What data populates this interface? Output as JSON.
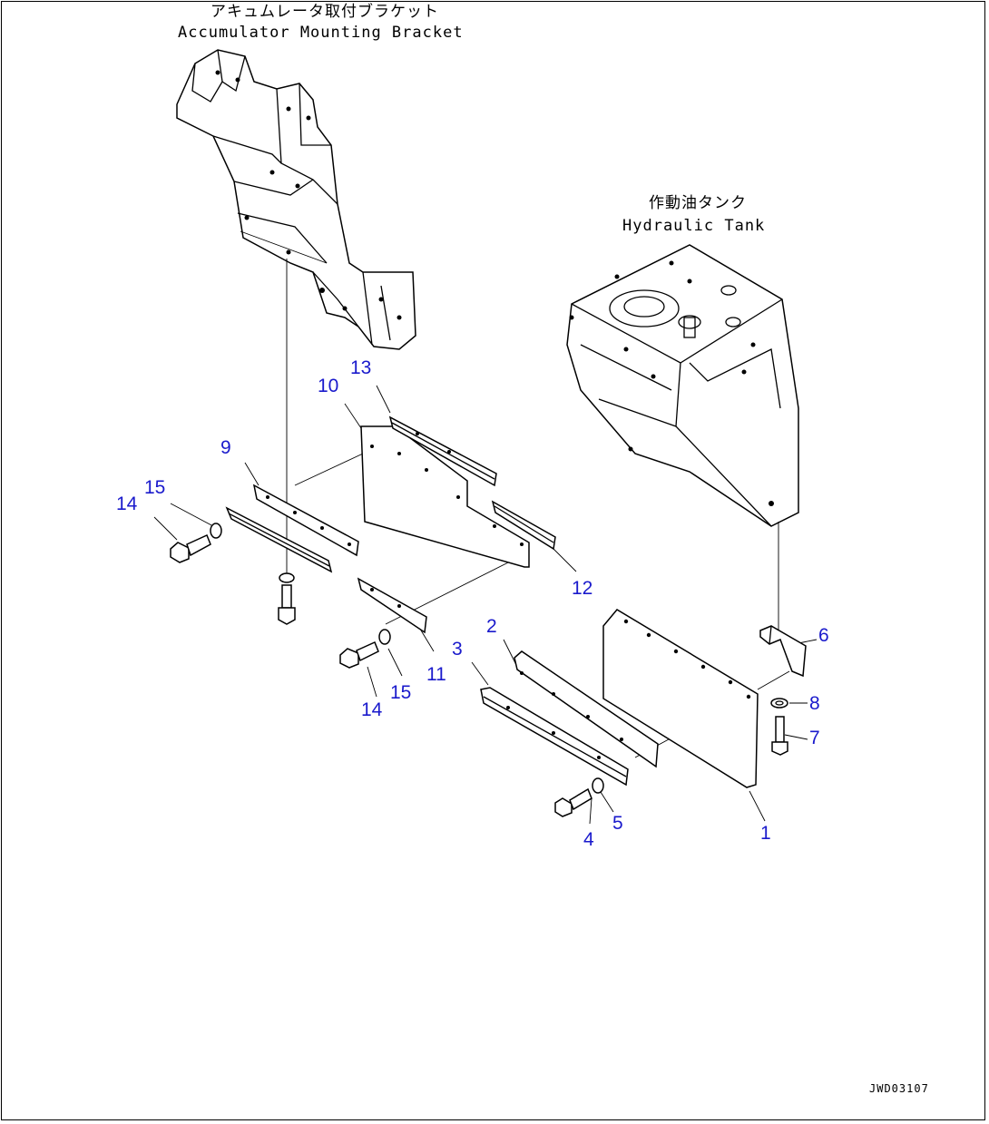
{
  "labels": {
    "accumulator_jp": "アキュムレータ取付ブラケット",
    "accumulator_en": "Accumulator Mounting Bracket",
    "tank_jp": "作動油タンク",
    "tank_en": "Hydraulic Tank",
    "drawing_code": "JWD03107"
  },
  "callouts": [
    "1",
    "2",
    "3",
    "4",
    "5",
    "6",
    "7",
    "8",
    "9",
    "10",
    "11",
    "12",
    "13",
    "14",
    "15",
    "14",
    "15"
  ],
  "colors": {
    "callout": "#1a1acc",
    "line": "#000000"
  }
}
